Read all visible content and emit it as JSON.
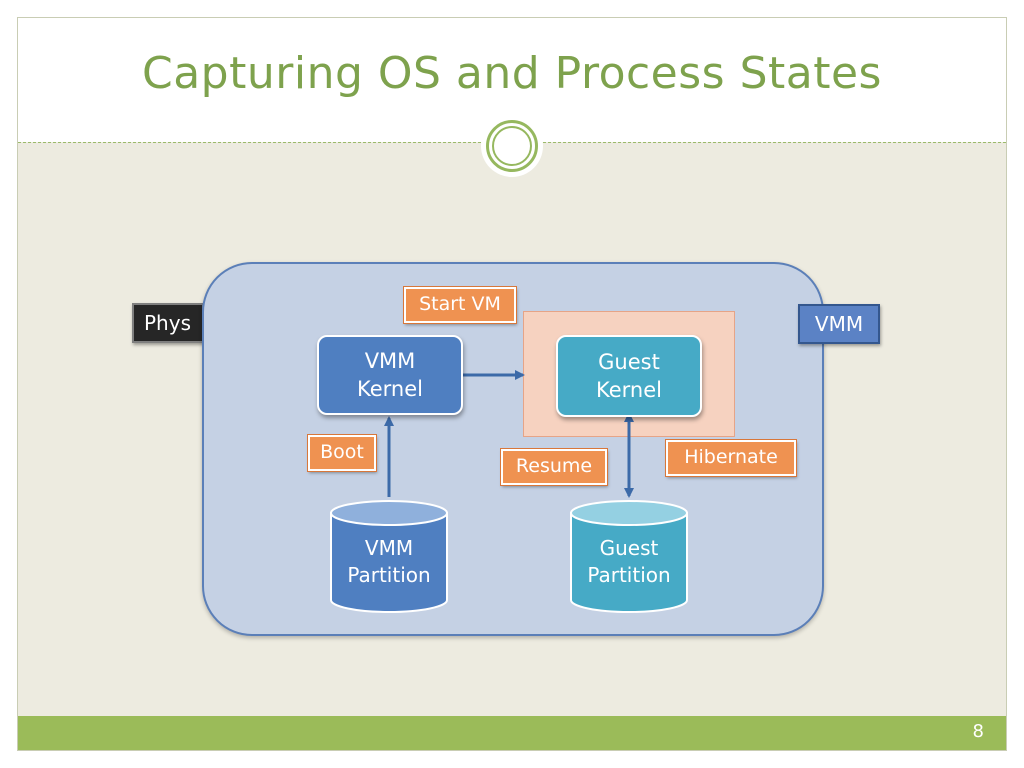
{
  "slide": {
    "title": "Capturing OS and Process States",
    "page_number": "8"
  },
  "diagram": {
    "phys_tag": "Phys",
    "vmm_tag": "VMM",
    "vmm_kernel": {
      "line1": "VMM",
      "line2": "Kernel"
    },
    "guest_kernel": {
      "line1": "Guest",
      "line2": "Kernel"
    },
    "vmm_partition": {
      "line1": "VMM",
      "line2": "Partition"
    },
    "guest_partition": {
      "line1": "Guest",
      "line2": "Partition"
    },
    "labels": {
      "start_vm": "Start VM",
      "boot": "Boot",
      "resume": "Resume",
      "hibernate": "Hibernate"
    },
    "colors": {
      "title_green": "#7ea24d",
      "footer_green": "#9bbb59",
      "vmm_blue": "#4f7fc1",
      "guest_teal": "#46aac6",
      "label_orange": "#ef9251",
      "container_blue": "#c5d1e4",
      "highlight_peach": "#f6d2c0"
    }
  }
}
